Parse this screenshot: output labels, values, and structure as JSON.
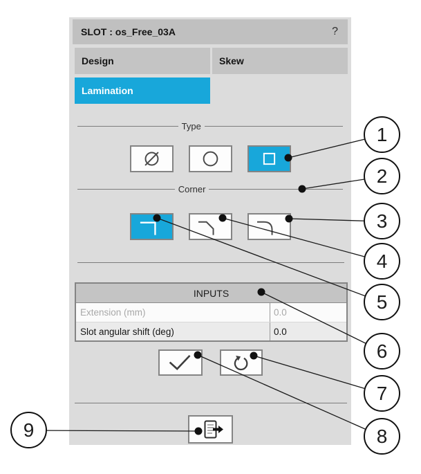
{
  "panel": {
    "title": "SLOT : os_Free_03A",
    "help_label": "?",
    "tabs": [
      {
        "label": "Design",
        "selected": false
      },
      {
        "label": "Skew",
        "selected": false
      },
      {
        "label": "Lamination",
        "selected": true
      }
    ],
    "sections": {
      "type": {
        "label": "Type",
        "options": [
          {
            "icon": "slash-circle-icon",
            "selected": false
          },
          {
            "icon": "circle-icon",
            "selected": false
          },
          {
            "icon": "square-icon",
            "selected": true
          }
        ]
      },
      "corner": {
        "label": "Corner",
        "options": [
          {
            "icon": "sharp-corner-icon",
            "selected": true
          },
          {
            "icon": "chamfer-corner-icon",
            "selected": false
          },
          {
            "icon": "round-corner-icon",
            "selected": false
          }
        ]
      }
    },
    "inputs": {
      "header": "INPUTS",
      "rows": [
        {
          "label": "Extension (mm)",
          "value": "0.0",
          "disabled": true
        },
        {
          "label": "Slot angular shift (deg)",
          "value": "0.0",
          "disabled": false
        }
      ]
    },
    "actions": {
      "apply": "check-icon",
      "restore": "restore-icon",
      "export": "export-icon"
    }
  },
  "callouts": [
    "1",
    "2",
    "3",
    "4",
    "5",
    "6",
    "7",
    "8",
    "9"
  ],
  "colors": {
    "accent": "#18a7da",
    "panel_background": "#dcdcdc",
    "bar_background": "#c0c0c0",
    "selected_text": "#ffffff",
    "disabled_text": "#a8a8a8"
  }
}
